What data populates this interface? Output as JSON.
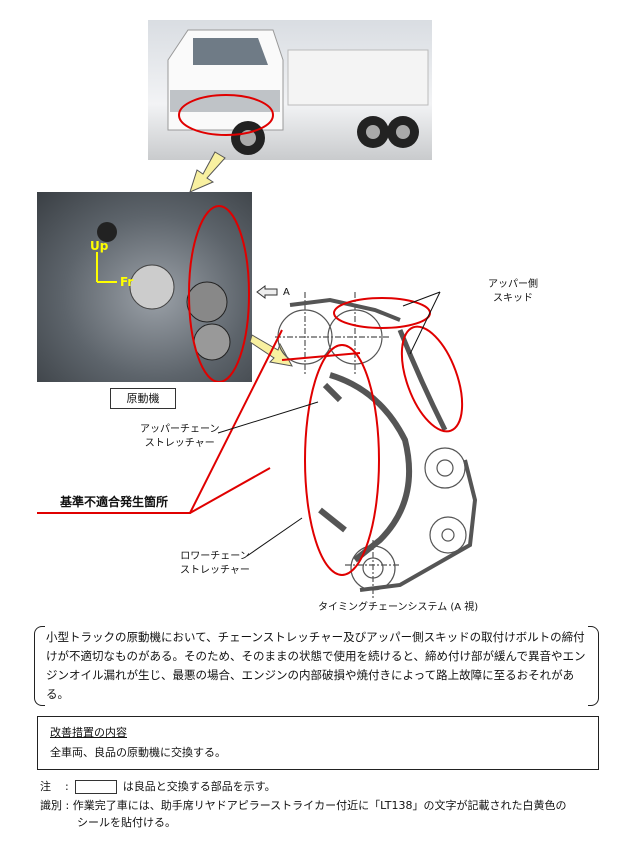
{
  "engine_label": "原動機",
  "engine_axes": {
    "up": "Up",
    "front": "Fr"
  },
  "view_marker": "A",
  "diagram": {
    "upper_skid_label": [
      "アッパー側",
      "スキッド"
    ],
    "upper_tensioner_label": [
      "アッパーチェーン",
      "ストレッチャー"
    ],
    "lower_tensioner_label": [
      "ロワーチェーン",
      "ストレッチャー"
    ],
    "defect_location_label": "基準不適合発生箇所",
    "caption": "タイミングチェーンシステム (A 視)"
  },
  "summary": "小型トラックの原動機において、チェーンストレッチャー及びアッパー側スキッドの取付けボルトの締付けが不適切なものがある。そのため、そのままの状態で使用を続けると、締め付け部が緩んで異音やエンジンオイル漏れが生じ、最悪の場合、エンジンの内部破損や焼付きによって路上故障に至るおそれがある。",
  "measure": {
    "heading": "改善措置の内容",
    "body": "全車両、良品の原動機に交換する。"
  },
  "notes": {
    "note_label": "注",
    "note_text": "は良品と交換する部品を示す。",
    "id_label": "識別",
    "id_text_1": "作業完了車には、助手席リヤドアピラーストライカー付近に「LT138」の文字が記載された白黄色の",
    "id_text_2": "シールを貼付ける。"
  },
  "colors": {
    "highlight": "#e00000",
    "arrow_fill": "#f8f0a0"
  }
}
